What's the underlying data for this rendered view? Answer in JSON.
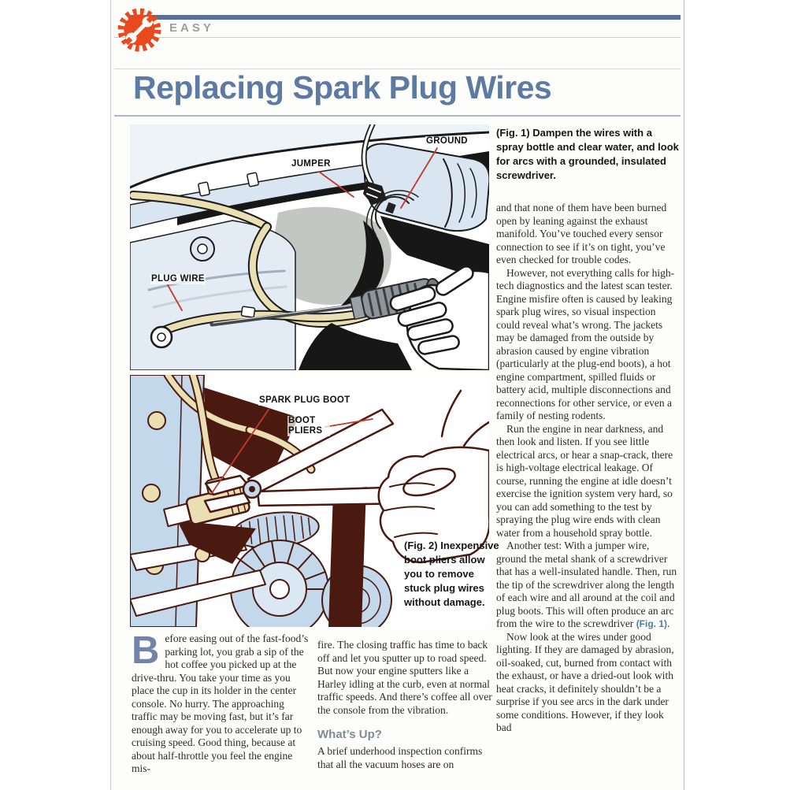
{
  "header": {
    "difficulty": "EASY",
    "icon": "gear-wrench-icon",
    "title": "Replacing Spark Plug Wires"
  },
  "figure1": {
    "labels": {
      "jumper": "JUMPER",
      "ground": "GROUND",
      "plug_wire": "PLUG WIRE"
    },
    "caption": "(Fig. 1) Dampen the wires with a spray bottle and clear water, and look for arcs with a grounded, insulated screwdriver."
  },
  "figure2": {
    "labels": {
      "spark_plug_boot": "SPARK PLUG BOOT",
      "boot_pliers": "BOOT PLIERS"
    },
    "caption": "(Fig. 2) Inexpensive boot pliers allow you to remove stuck plug wires without damage."
  },
  "article": {
    "intro": {
      "drop_cap": "B",
      "col1": "efore easing out of the fast-food’s parking lot, you grab a sip of the hot coffee you picked up at the drive-thru. You take your time as you place the cup in its holder in the center console. No hurry. The approaching traffic may be moving fast, but it’s far enough away for you to accelerate up to cruising speed. Good thing, because at about half-throttle you feel the engine mis-",
      "col2_p1": "fire. The closing traffic has time to back off and let you sputter up to road speed. But now your engine sputters like a Harley idling at the curb, even at normal traffic speeds. And there’s coffee all over the console from the vibration.",
      "subhead": "What’s Up?",
      "col2_p2": "A brief underhood inspection confirms that all the vacuum hoses are on"
    },
    "right_column": {
      "p1": "and that none of them have been burned open by leaning against the exhaust manifold. You’ve touched every sensor connection to see if it’s on tight, you’ve even checked for trouble codes.",
      "p2": "However, not everything calls for high-tech diagnostics and the latest scan tester. Engine misfire often is caused by leaking spark plug wires, so visual inspection could reveal what’s wrong. The jackets may be damaged from the outside by abrasion caused by engine vibration (particularly at the plug-end boots), a hot engine compartment, spilled fluids or battery acid, multiple disconnections and reconnections for other service, or even a family of nesting rodents.",
      "p3": "Run the engine in near darkness, and then look and listen. If you see little electrical arcs, or hear a snap-crack, there is high-voltage electrical leakage. Of course, running the engine at idle doesn’t exercise the ignition system very hard, so you can add something to the test by spraying the plug wire ends with clean water from a household spray bottle.",
      "p4_before": "Another test: With a jumper wire, ground the metal shank of a screwdriver that has a well-insulated handle. Then, run the tip of the screwdriver along the length of each wire and all around at the coil and plug boots. This will often produce an arc from the wire to the screwdriver ",
      "p4_figref": "(Fig. 1)",
      "p4_after": ".",
      "p5": "Now look at the wires under good lighting. If they are damaged by abrasion, oil-soaked, cut, burned from contact with the exhaust, or have a dried-out look with heat cracks, it definitely shouldn’t be a surprise if you see arcs in the dark under some conditions. However, if they look bad"
    }
  },
  "colors": {
    "accent_bar_blue": "#54719a",
    "title_blue": "#5d7aa2",
    "badge_orange": "#e8491f",
    "easy_gray": "#9c9ea1",
    "leader_red": "#c4392b",
    "figref_teal": "#4e7d97",
    "fig1_ink": "#1b1b1b",
    "fig2_ink": "#4a1a10",
    "fig_pale_blue": "#c3d8ea",
    "wire_cream": "#eadfb2"
  }
}
